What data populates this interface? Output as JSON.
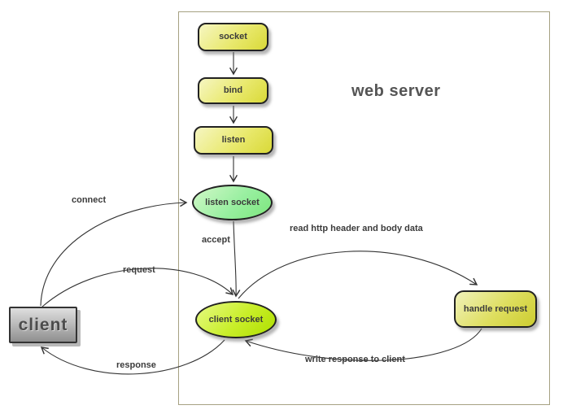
{
  "diagram": {
    "title": "web server",
    "nodes": {
      "socket": "socket",
      "bind": "bind",
      "listen": "listen",
      "listen_socket": "listen socket",
      "client_socket": "client socket",
      "handle_request": "handle request",
      "client": "client"
    },
    "edges": {
      "connect": "connect",
      "accept": "accept",
      "request": "request",
      "response": "response",
      "read": "read http header and body data",
      "write": "write response to client"
    },
    "colors": {
      "process_fill": "#e3e347",
      "handle_fill": "#d4d43e",
      "listen_socket_fill": "#8ce98c",
      "client_socket_fill": "#bfe927",
      "client_fill": "#a8a8a8",
      "node_border": "#222222",
      "frame_border": "#a6a182",
      "arrow": "#333333",
      "text": "#3b3b3b",
      "title_text": "#555555"
    }
  }
}
